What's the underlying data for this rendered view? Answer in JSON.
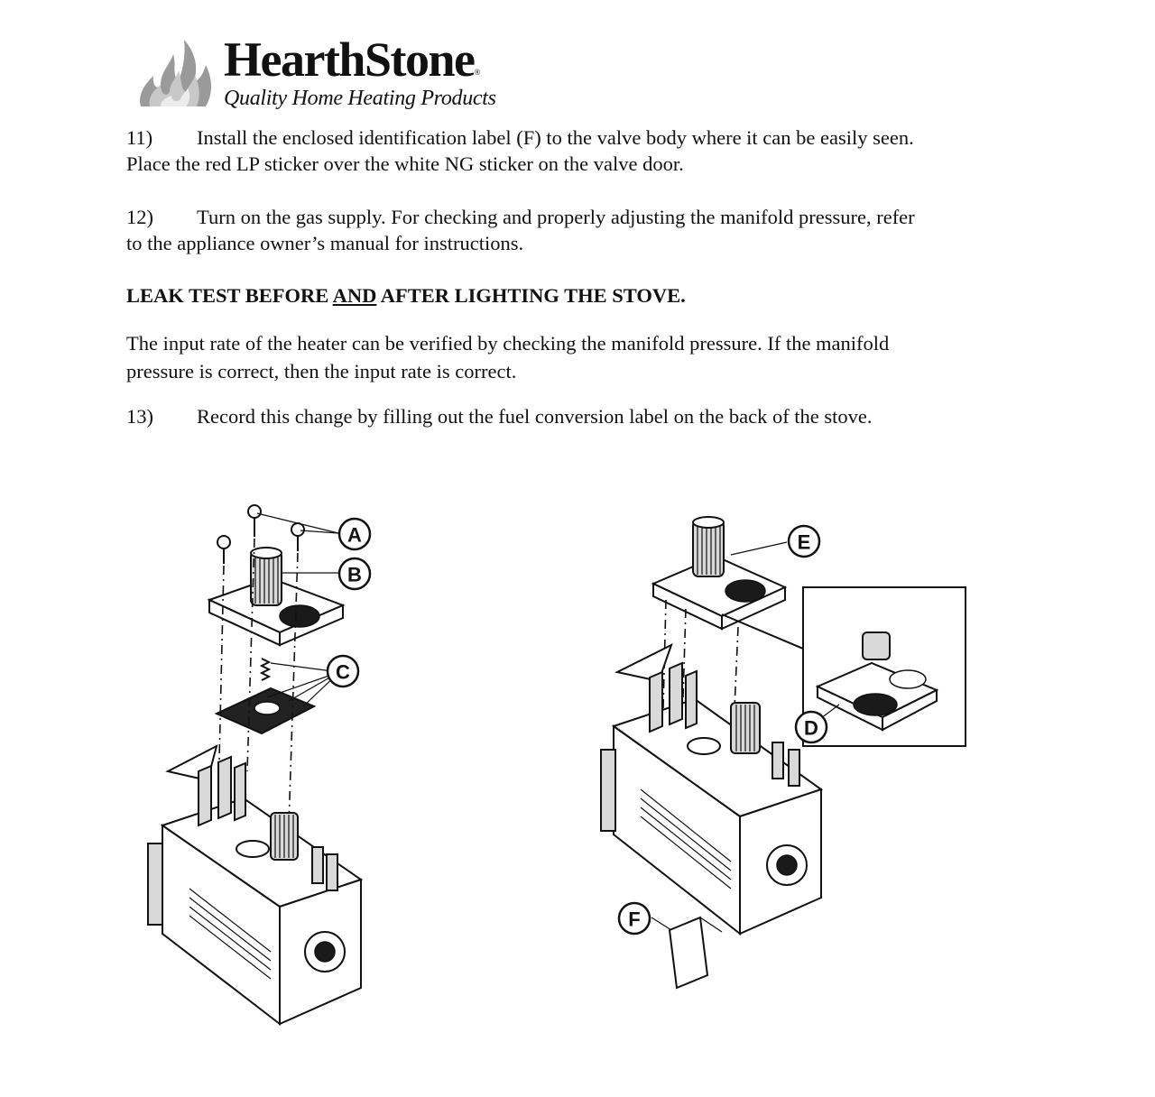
{
  "logo": {
    "brand": "HearthStone",
    "reg_mark": "®",
    "tagline": "Quality Home Heating Products"
  },
  "steps": [
    {
      "number": "11)",
      "line1": "Install the enclosed identification label (F) to the valve body where it can be easily seen.",
      "line2": "Place the red LP sticker over the white NG sticker on the valve door."
    },
    {
      "number": "12)",
      "line1": "Turn on the gas supply.  For checking and properly adjusting the manifold pressure, refer",
      "line2": "to the appliance owner’s manual for instructions."
    },
    {
      "number": "13)",
      "line1": "Record this change by filling out the fuel conversion label on the back of the stove."
    }
  ],
  "leak_test": {
    "before": "LEAK TEST BEFORE ",
    "underlined": "AND",
    "after": " AFTER LIGHTING THE STOVE."
  },
  "input_rate": {
    "line1": "The input rate of the heater can be verified by checking the manifold pressure.  If the manifold",
    "line2": "pressure is correct, then the input rate is correct."
  },
  "figures": {
    "left_callouts": [
      "A",
      "B",
      "C"
    ],
    "right_callouts": [
      "E",
      "D",
      "F"
    ]
  }
}
